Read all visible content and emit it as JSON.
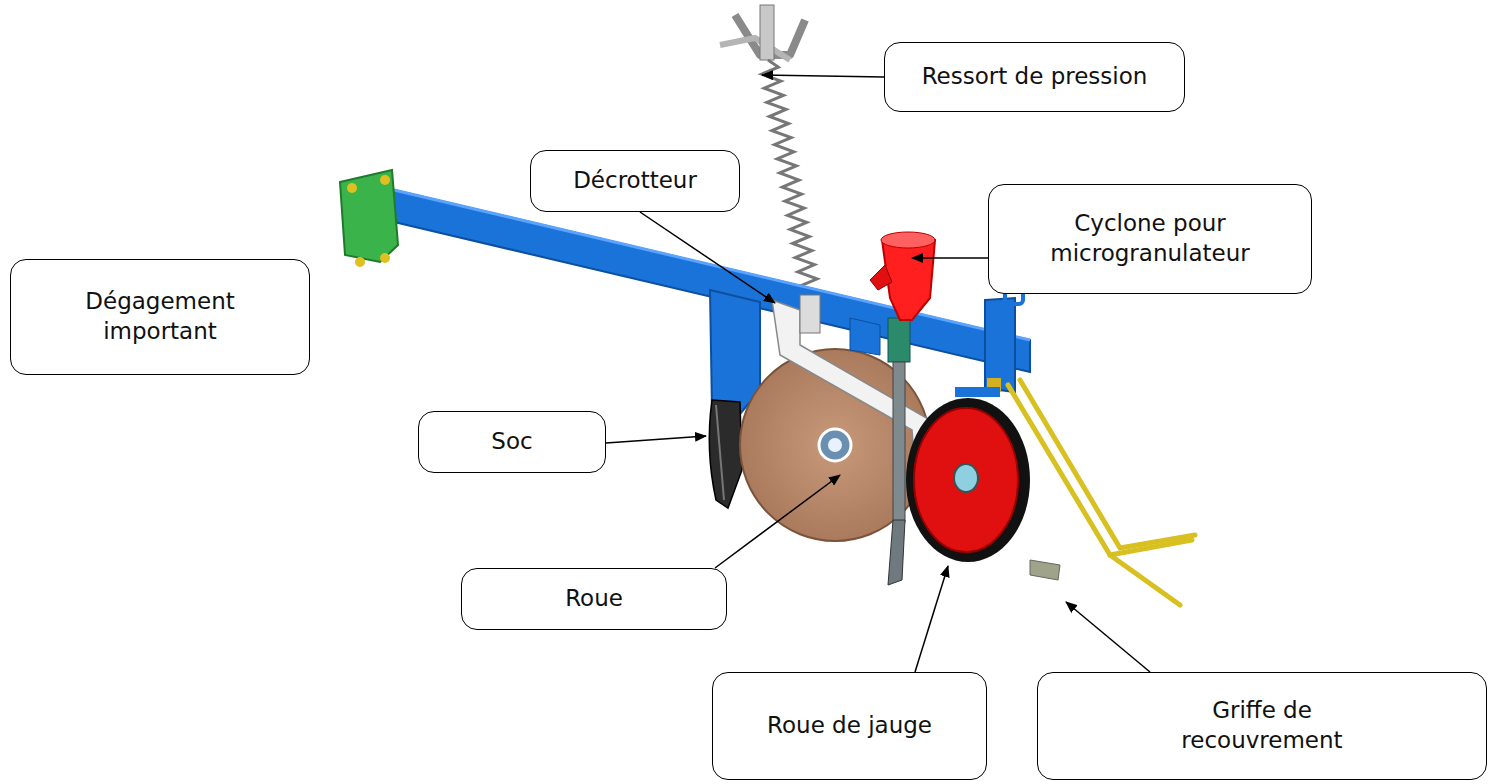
{
  "diagram": {
    "nodes": [
      {
        "text": [
          "Ressort de pression"
        ]
      },
      {
        "text": [
          "Décrotteur"
        ]
      },
      {
        "text": [
          "Cyclone pour microgranulateur"
        ]
      },
      {
        "text": [
          "Dégagement important"
        ]
      },
      {
        "text": [
          "Soc"
        ]
      },
      {
        "text": [
          "Roue"
        ]
      },
      {
        "text": [
          "Roue de jauge"
        ]
      },
      {
        "text": [
          "Griffe de recouvrement"
        ]
      }
    ]
  }
}
